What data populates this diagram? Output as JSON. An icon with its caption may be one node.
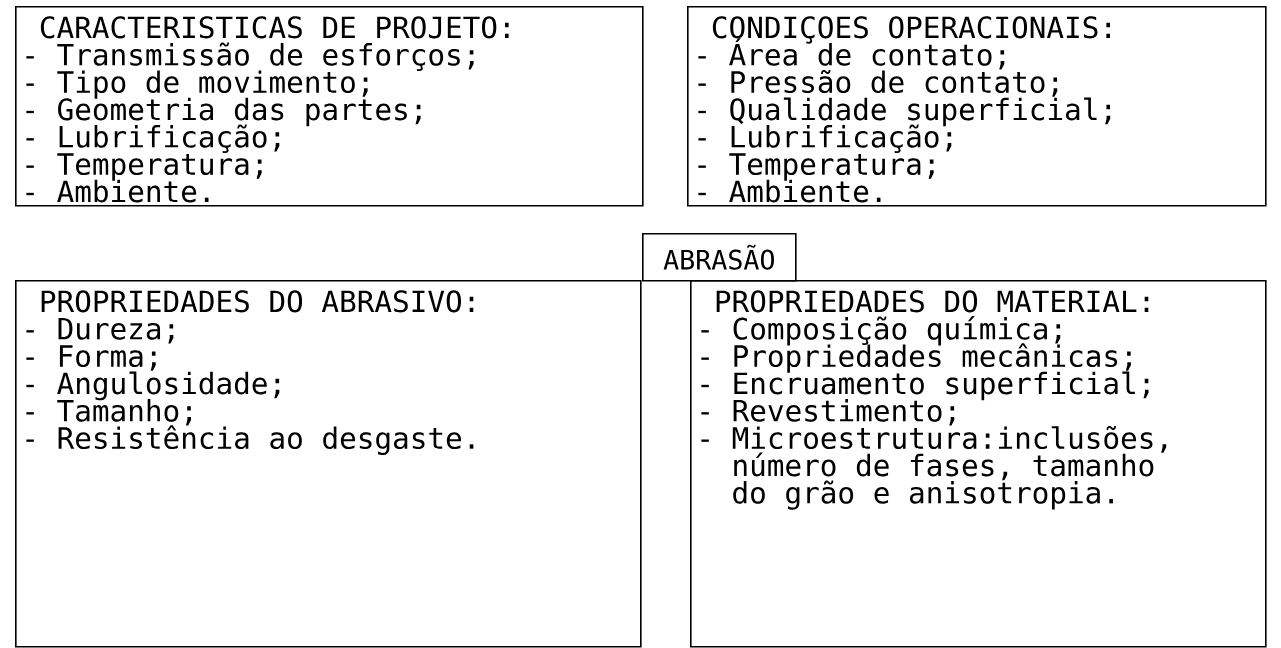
{
  "diagram": {
    "nodes": [
      {
        "text": [
          "CARACTERISTICAS DE PROJETO:",
          "- Transmissão de esforços;",
          "- Tipo de movimento;",
          "- Geometria das partes;",
          "- Lubrificação;",
          "- Temperatura;",
          "- Ambiente."
        ]
      },
      {
        "text": [
          "CONDIÇOES OPERACIONAIS:",
          "- Área de contato;",
          "- Pressão de contato;",
          "- Qualidade superficial;",
          "- Lubrificação;",
          "- Temperatura;",
          "- Ambiente."
        ]
      },
      {
        "text": [
          "ABRASÃO"
        ]
      },
      {
        "text": [
          "PROPRIEDADES DO ABRASIVO:",
          "- Dureza;",
          "- Forma;",
          "- Angulosidade;",
          "- Tamanho;",
          "- Resistência ao desgaste."
        ]
      },
      {
        "text": [
          "PROPRIEDADES DO MATERIAL:",
          "- Composição química;",
          "- Propriedades mecânicas;",
          "- Encruamento superficial;",
          "- Revestimento;",
          "- Microestrutura:inclusões, número de fases, tamanho do grão e anisotropia."
        ]
      }
    ]
  }
}
